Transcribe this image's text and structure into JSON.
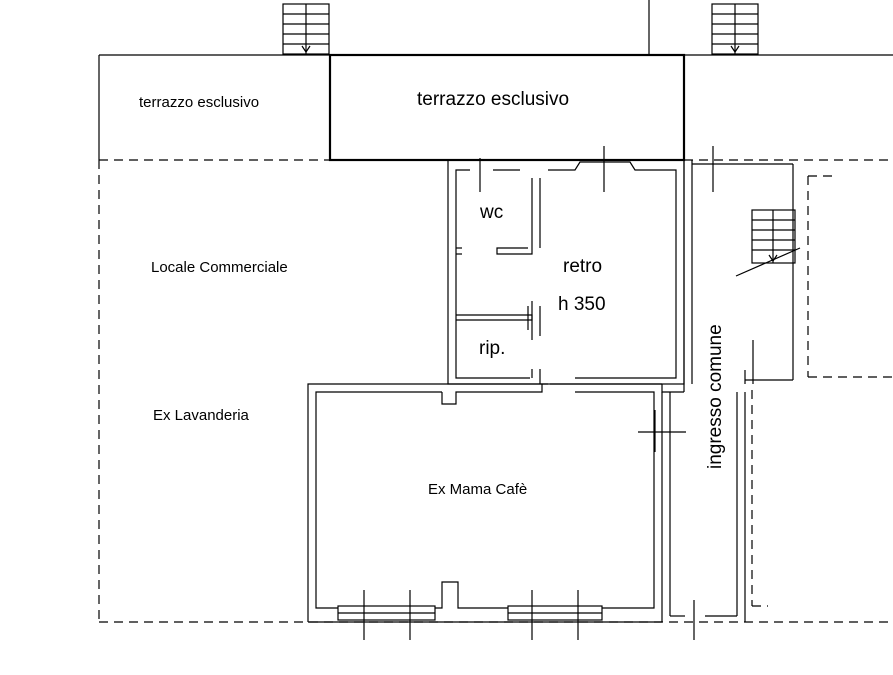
{
  "plan": {
    "labels": {
      "terrazzo_left": "terrazzo esclusivo",
      "terrazzo_center": "terrazzo esclusivo",
      "locale_commerciale": "Locale Commerciale",
      "ex_lavanderia": "Ex Lavanderia",
      "wc": "wc",
      "retro": "retro",
      "height": "h 350",
      "rip": "rip.",
      "ex_mama_cafe": "Ex Mama Cafè",
      "ingresso_comune": "ingresso comune"
    }
  }
}
